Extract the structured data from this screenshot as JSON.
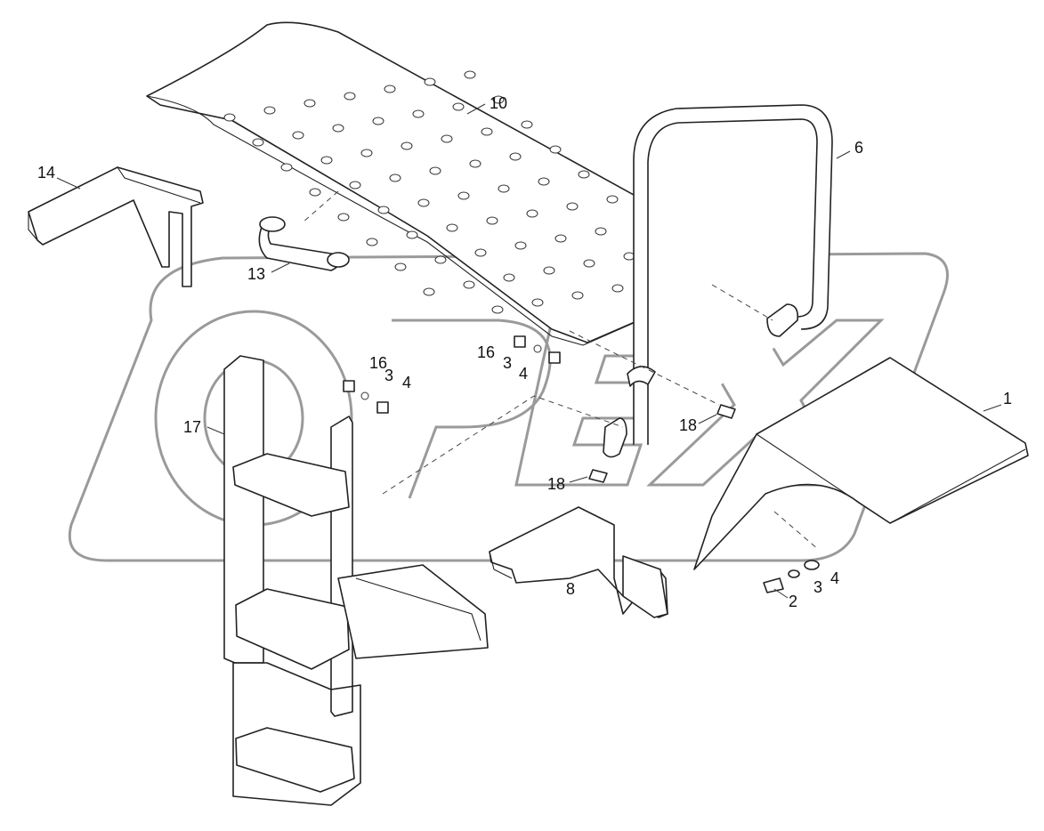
{
  "watermark": "OPEX",
  "callouts": {
    "c1": "1",
    "c2": "2",
    "c3a": "3",
    "c3b": "3",
    "c3c": "3",
    "c4a": "4",
    "c4b": "4",
    "c4c": "4",
    "c6": "6",
    "c8": "8",
    "c10": "10",
    "c13": "13",
    "c14": "14",
    "c16a": "16",
    "c16b": "16",
    "c17": "17",
    "c18a": "18",
    "c18b": "18"
  },
  "colors": {
    "line": "#222222",
    "watermark": "#9a9a9a",
    "background": "#ffffff"
  }
}
